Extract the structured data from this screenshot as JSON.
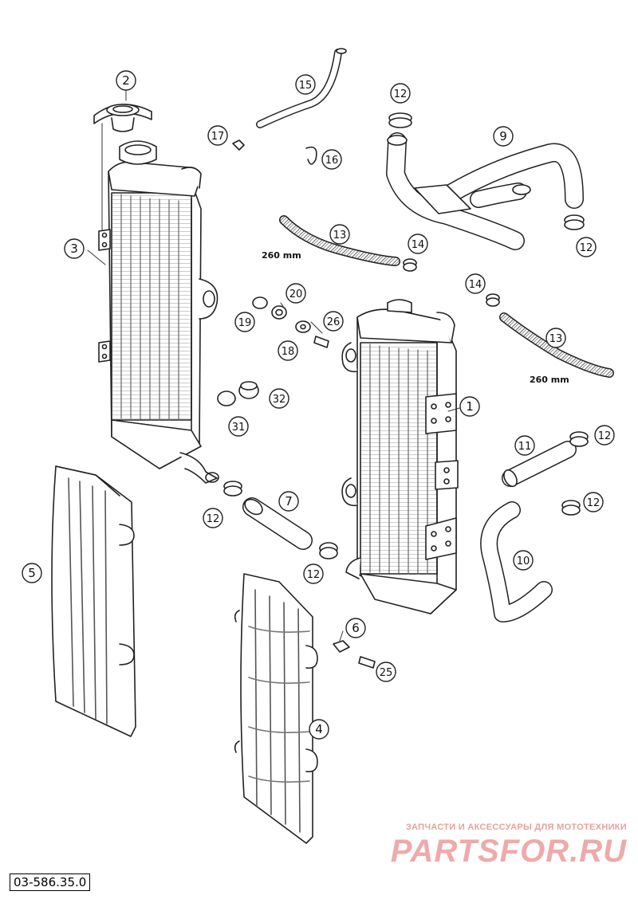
{
  "diagram": {
    "callouts": [
      {
        "id": "1",
        "name": "callout-1",
        "label": "1"
      },
      {
        "id": "2",
        "name": "callout-2",
        "label": "2"
      },
      {
        "id": "3",
        "name": "callout-3",
        "label": "3"
      },
      {
        "id": "4",
        "name": "callout-4",
        "label": "4"
      },
      {
        "id": "5",
        "name": "callout-5",
        "label": "5"
      },
      {
        "id": "6",
        "name": "callout-6",
        "label": "6"
      },
      {
        "id": "7",
        "name": "callout-7",
        "label": "7"
      },
      {
        "id": "9",
        "name": "callout-9",
        "label": "9"
      },
      {
        "id": "10",
        "name": "callout-10",
        "label": "10"
      },
      {
        "id": "11",
        "name": "callout-11",
        "label": "11"
      },
      {
        "id": "12a",
        "name": "callout-12",
        "label": "12"
      },
      {
        "id": "12b",
        "name": "callout-12",
        "label": "12"
      },
      {
        "id": "12c",
        "name": "callout-12",
        "label": "12"
      },
      {
        "id": "12d",
        "name": "callout-12",
        "label": "12"
      },
      {
        "id": "12e",
        "name": "callout-12",
        "label": "12"
      },
      {
        "id": "12f",
        "name": "callout-12",
        "label": "12"
      },
      {
        "id": "13a",
        "name": "callout-13",
        "label": "13"
      },
      {
        "id": "13b",
        "name": "callout-13",
        "label": "13"
      },
      {
        "id": "14a",
        "name": "callout-14",
        "label": "14"
      },
      {
        "id": "14b",
        "name": "callout-14",
        "label": "14"
      },
      {
        "id": "15",
        "name": "callout-15",
        "label": "15"
      },
      {
        "id": "16",
        "name": "callout-16",
        "label": "16"
      },
      {
        "id": "17",
        "name": "callout-17",
        "label": "17"
      },
      {
        "id": "18",
        "name": "callout-18",
        "label": "18"
      },
      {
        "id": "19",
        "name": "callout-19",
        "label": "19"
      },
      {
        "id": "20",
        "name": "callout-20",
        "label": "20"
      },
      {
        "id": "25",
        "name": "callout-25",
        "label": "25"
      },
      {
        "id": "26",
        "name": "callout-26",
        "label": "26"
      },
      {
        "id": "31",
        "name": "callout-31",
        "label": "31"
      },
      {
        "id": "32",
        "name": "callout-32",
        "label": "32"
      }
    ],
    "hose_length_left": "260 mm",
    "hose_length_right": "260 mm",
    "drawing_code": "03-586.35.0"
  },
  "watermark": {
    "tagline": "ЗАПЧАСТИ И АКСЕССУАРЫ ДЛЯ МОТОТЕХНИКИ",
    "logo": "PARTSFOR.RU"
  },
  "colors": {
    "line": "#222222",
    "fin": "#bbbbbb",
    "watermark": "#eeaaaa"
  }
}
